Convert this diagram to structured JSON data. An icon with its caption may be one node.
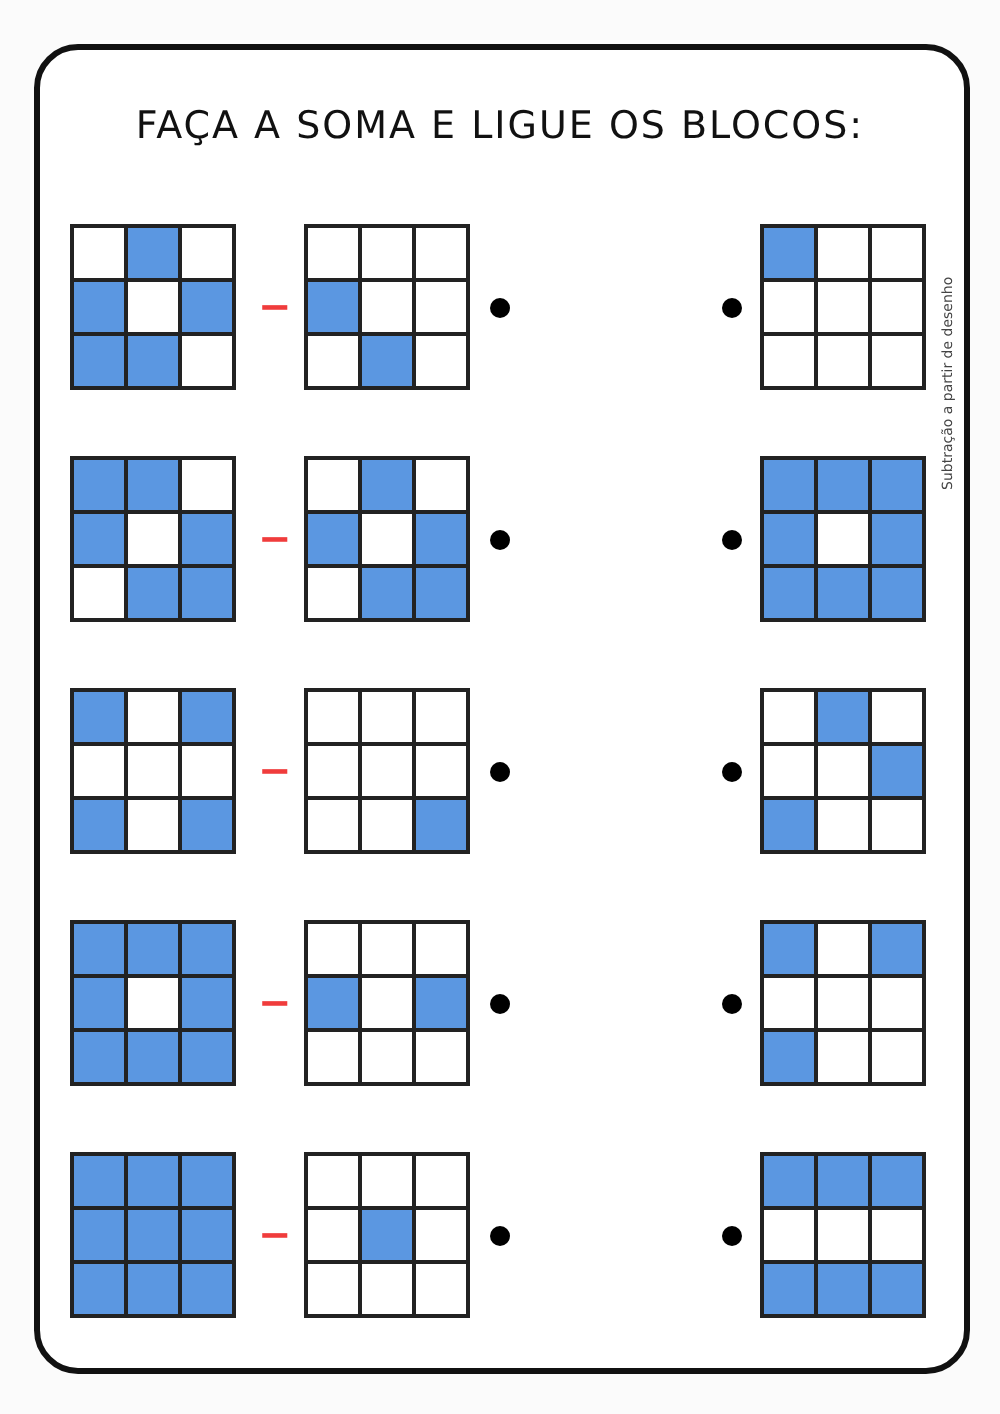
{
  "diagram": {
    "title": "FAÇA A SOMA E LIGUE OS BLOCOS:",
    "nodes": [
      {
        "text": [],
        "shape": "grid"
      },
      {
        "text": [],
        "shape": "box",
        "in": 0
      },
      {
        "text": [],
        "shape": "block",
        "in": 0
      },
      {
        "text": [],
        "shape": "box",
        "in": 0
      },
      {
        "text": [],
        "shape": "block",
        "in": 0
      },
      {
        "text": [],
        "shape": "box",
        "in": 0
      },
      {
        "text": [],
        "shape": "block",
        "in": 0
      },
      {
        "text": [],
        "shape": "block",
        "in": 0
      },
      {
        "text": [],
        "shape": "block",
        "in": 0
      },
      {
        "text": [],
        "shape": "box",
        "in": 0
      },
      {
        "text": [],
        "shape": "grid"
      },
      {
        "text": [],
        "shape": "box",
        "in": 10
      },
      {
        "text": [],
        "shape": "box",
        "in": 10
      },
      {
        "text": [],
        "shape": "box",
        "in": 10
      },
      {
        "text": [],
        "shape": "block",
        "in": 10
      },
      {
        "text": [],
        "shape": "box",
        "in": 10
      },
      {
        "text": [],
        "shape": "box",
        "in": 10
      },
      {
        "text": [],
        "shape": "box",
        "in": 10
      },
      {
        "text": [],
        "shape": "block",
        "in": 10
      },
      {
        "text": [],
        "shape": "box",
        "in": 10
      },
      {
        "text": [],
        "shape": "circle"
      },
      {
        "text": [],
        "shape": "circle"
      },
      {
        "text": [],
        "shape": "grid"
      },
      {
        "text": [],
        "shape": "block",
        "in": 22
      },
      {
        "text": [],
        "shape": "box",
        "in": 22
      },
      {
        "text": [],
        "shape": "box",
        "in": 22
      },
      {
        "text": [],
        "shape": "box",
        "in": 22
      },
      {
        "text": [],
        "shape": "box",
        "in": 22
      },
      {
        "text": [],
        "shape": "box",
        "in": 22
      },
      {
        "text": [],
        "shape": "box",
        "in": 22
      },
      {
        "text": [],
        "shape": "box",
        "in": 22
      },
      {
        "text": [],
        "shape": "box",
        "in": 22
      },
      {
        "text": [],
        "shape": "grid"
      },
      {
        "text": [],
        "shape": "block",
        "in": 32
      },
      {
        "text": [],
        "shape": "block",
        "in": 32
      },
      {
        "text": [],
        "shape": "box",
        "in": 32
      },
      {
        "text": [],
        "shape": "block",
        "in": 32
      },
      {
        "text": [],
        "shape": "box",
        "in": 32
      },
      {
        "text": [],
        "shape": "block",
        "in": 32
      },
      {
        "text": [],
        "shape": "box",
        "in": 32
      },
      {
        "text": [],
        "shape": "block",
        "in": 32
      },
      {
        "text": [],
        "shape": "block",
        "in": 32
      },
      {
        "text": [],
        "shape": "grid"
      },
      {
        "text": [],
        "shape": "box",
        "in": 42
      },
      {
        "text": [],
        "shape": "block",
        "in": 42
      },
      {
        "text": [],
        "shape": "box",
        "in": 42
      },
      {
        "text": [],
        "shape": "block",
        "in": 42
      },
      {
        "text": [],
        "shape": "box",
        "in": 42
      },
      {
        "text": [],
        "shape": "block",
        "in": 42
      },
      {
        "text": [],
        "shape": "box",
        "in": 42
      },
      {
        "text": [],
        "shape": "block",
        "in": 42
      },
      {
        "text": [],
        "shape": "block",
        "in": 42
      },
      {
        "text": [],
        "shape": "circle"
      },
      {
        "text": [],
        "shape": "circle"
      },
      {
        "text": [],
        "shape": "grid"
      },
      {
        "text": [],
        "shape": "block",
        "in": 54
      },
      {
        "text": [],
        "shape": "block",
        "in": 54
      },
      {
        "text": [],
        "shape": "block",
        "in": 54
      },
      {
        "text": [],
        "shape": "block",
        "in": 54
      },
      {
        "text": [],
        "shape": "box",
        "in": 54
      },
      {
        "text": [],
        "shape": "block",
        "in": 54
      },
      {
        "text": [],
        "shape": "block",
        "in": 54
      },
      {
        "text": [],
        "shape": "block",
        "in": 54
      },
      {
        "text": [],
        "shape": "block",
        "in": 54
      },
      {
        "text": [],
        "shape": "grid"
      },
      {
        "text": [],
        "shape": "block",
        "in": 64
      },
      {
        "text": [],
        "shape": "box",
        "in": 64
      },
      {
        "text": [],
        "shape": "block",
        "in": 64
      },
      {
        "text": [],
        "shape": "box",
        "in": 64
      },
      {
        "text": [],
        "shape": "box",
        "in": 64
      },
      {
        "text": [],
        "shape": "box",
        "in": 64
      },
      {
        "text": [],
        "shape": "block",
        "in": 64
      },
      {
        "text": [],
        "shape": "box",
        "in": 64
      },
      {
        "text": [],
        "shape": "block",
        "in": 64
      },
      {
        "text": [],
        "shape": "grid"
      },
      {
        "text": [],
        "shape": "box",
        "in": 74
      },
      {
        "text": [],
        "shape": "box",
        "in": 74
      },
      {
        "text": [],
        "shape": "box",
        "in": 74
      },
      {
        "text": [],
        "shape": "box",
        "in": 74
      },
      {
        "text": [],
        "shape": "box",
        "in": 74
      },
      {
        "text": [],
        "shape": "box",
        "in": 74
      },
      {
        "text": [],
        "shape": "box",
        "in": 74
      },
      {
        "text": [],
        "shape": "box",
        "in": 74
      },
      {
        "text": [],
        "shape": "block",
        "in": 74
      },
      {
        "text": [],
        "shape": "circle"
      },
      {
        "text": [],
        "shape": "circle"
      },
      {
        "text": [],
        "shape": "grid"
      },
      {
        "text": [],
        "shape": "box",
        "in": 86
      },
      {
        "text": [],
        "shape": "block",
        "in": 86
      },
      {
        "text": [],
        "shape": "box",
        "in": 86
      },
      {
        "text": [],
        "shape": "box",
        "in": 86
      },
      {
        "text": [],
        "shape": "box",
        "in": 86
      },
      {
        "text": [],
        "shape": "block",
        "in": 86
      },
      {
        "text": [],
        "shape": "block",
        "in": 86
      },
      {
        "text": [],
        "shape": "box",
        "in": 86
      },
      {
        "text": [],
        "shape": "box",
        "in": 86
      },
      {
        "text": [],
        "shape": "grid"
      },
      {
        "text": [],
        "shape": "block",
        "in": 96
      },
      {
        "text": [],
        "shape": "block",
        "in": 96
      },
      {
        "text": [],
        "shape": "block",
        "in": 96
      },
      {
        "text": [],
        "shape": "block",
        "in": 96
      },
      {
        "text": [],
        "shape": "box",
        "in": 96
      },
      {
        "text": [],
        "shape": "block",
        "in": 96
      },
      {
        "text": [],
        "shape": "block",
        "in": 96
      },
      {
        "text": [],
        "shape": "block",
        "in": 96
      },
      {
        "text": [],
        "shape": "block",
        "in": 96
      },
      {
        "text": [],
        "shape": "grid"
      },
      {
        "text": [],
        "shape": "box",
        "in": 106
      },
      {
        "text": [],
        "shape": "box",
        "in": 106
      },
      {
        "text": [],
        "shape": "box",
        "in": 106
      },
      {
        "text": [],
        "shape": "block",
        "in": 106
      },
      {
        "text": [],
        "shape": "box",
        "in": 106
      },
      {
        "text": [],
        "shape": "block",
        "in": 106
      },
      {
        "text": [],
        "shape": "box",
        "in": 106
      },
      {
        "text": [],
        "shape": "box",
        "in": 106
      },
      {
        "text": [],
        "shape": "box",
        "in": 106
      },
      {
        "text": [],
        "shape": "circle"
      },
      {
        "text": [],
        "shape": "circle"
      },
      {
        "text": [],
        "shape": "grid"
      },
      {
        "text": [],
        "shape": "block",
        "in": 118
      },
      {
        "text": [],
        "shape": "box",
        "in": 118
      },
      {
        "text": [],
        "shape": "block",
        "in": 118
      },
      {
        "text": [],
        "shape": "box",
        "in": 118
      },
      {
        "text": [],
        "shape": "box",
        "in": 118
      },
      {
        "text": [],
        "shape": "box",
        "in": 118
      },
      {
        "text": [],
        "shape": "block",
        "in": 118
      },
      {
        "text": [],
        "shape": "box",
        "in": 118
      },
      {
        "text": [],
        "shape": "box",
        "in": 118
      },
      {
        "text": [],
        "shape": "grid"
      },
      {
        "text": [],
        "shape": "block",
        "in": 128
      },
      {
        "text": [],
        "shape": "block",
        "in": 128
      },
      {
        "text": [],
        "shape": "block",
        "in": 128
      },
      {
        "text": [],
        "shape": "block",
        "in": 128
      },
      {
        "text": [],
        "shape": "block",
        "in": 128
      },
      {
        "text": [],
        "shape": "block",
        "in": 128
      },
      {
        "text": [],
        "shape": "block",
        "in": 128
      },
      {
        "text": [],
        "shape": "block",
        "in": 128
      },
      {
        "text": [],
        "shape": "block",
        "in": 128
      },
      {
        "text": [],
        "shape": "grid"
      },
      {
        "text": [],
        "shape": "box",
        "in": 138
      },
      {
        "text": [],
        "shape": "box",
        "in": 138
      },
      {
        "text": [],
        "shape": "box",
        "in": 138
      },
      {
        "text": [],
        "shape": "box",
        "in": 138
      },
      {
        "text": [],
        "shape": "block",
        "in": 138
      },
      {
        "text": [],
        "shape": "box",
        "in": 138
      },
      {
        "text": [],
        "shape": "box",
        "in": 138
      },
      {
        "text": [],
        "shape": "box",
        "in": 138
      },
      {
        "text": [],
        "shape": "box",
        "in": 138
      },
      {
        "text": [],
        "shape": "circle"
      },
      {
        "text": [],
        "shape": "circle"
      },
      {
        "text": [],
        "shape": "grid"
      },
      {
        "text": [],
        "shape": "block",
        "in": 150
      },
      {
        "text": [],
        "shape": "block",
        "in": 150
      },
      {
        "text": [],
        "shape": "block",
        "in": 150
      },
      {
        "text": [],
        "shape": "box",
        "in": 150
      },
      {
        "text": [],
        "shape": "box",
        "in": 150
      },
      {
        "text": [],
        "shape": "box",
        "in": 150
      },
      {
        "text": [],
        "shape": "block",
        "in": 150
      },
      {
        "text": [],
        "shape": "block",
        "in": 150
      },
      {
        "text": [],
        "shape": "block",
        "in": 150
      }
    ],
    "labels": [
      "−",
      "−",
      "−",
      "−",
      "−",
      "Subtração a partir de desenho"
    ]
  }
}
